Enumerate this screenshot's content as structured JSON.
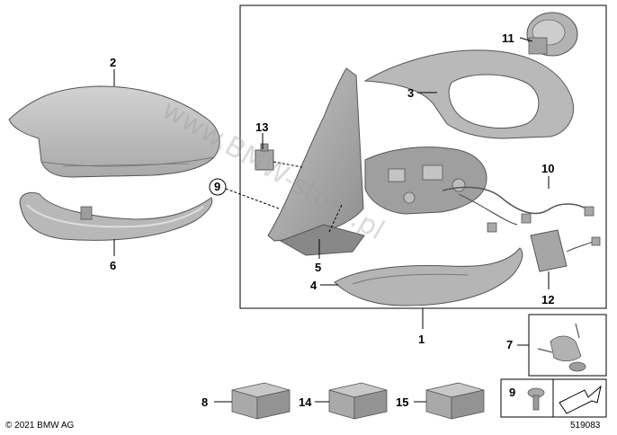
{
  "copyright": "© 2021 BMW AG",
  "diagram_number": "519083",
  "watermark": "www.BMW-store.pl",
  "callouts": {
    "c1": "1",
    "c2": "2",
    "c3": "3",
    "c4": "4",
    "c5": "5",
    "c6": "6",
    "c7": "7",
    "c8": "8",
    "c9_circle": "9",
    "c9": "9",
    "c10": "10",
    "c11": "11",
    "c12": "12",
    "c13": "13",
    "c14": "14",
    "c15": "15"
  }
}
